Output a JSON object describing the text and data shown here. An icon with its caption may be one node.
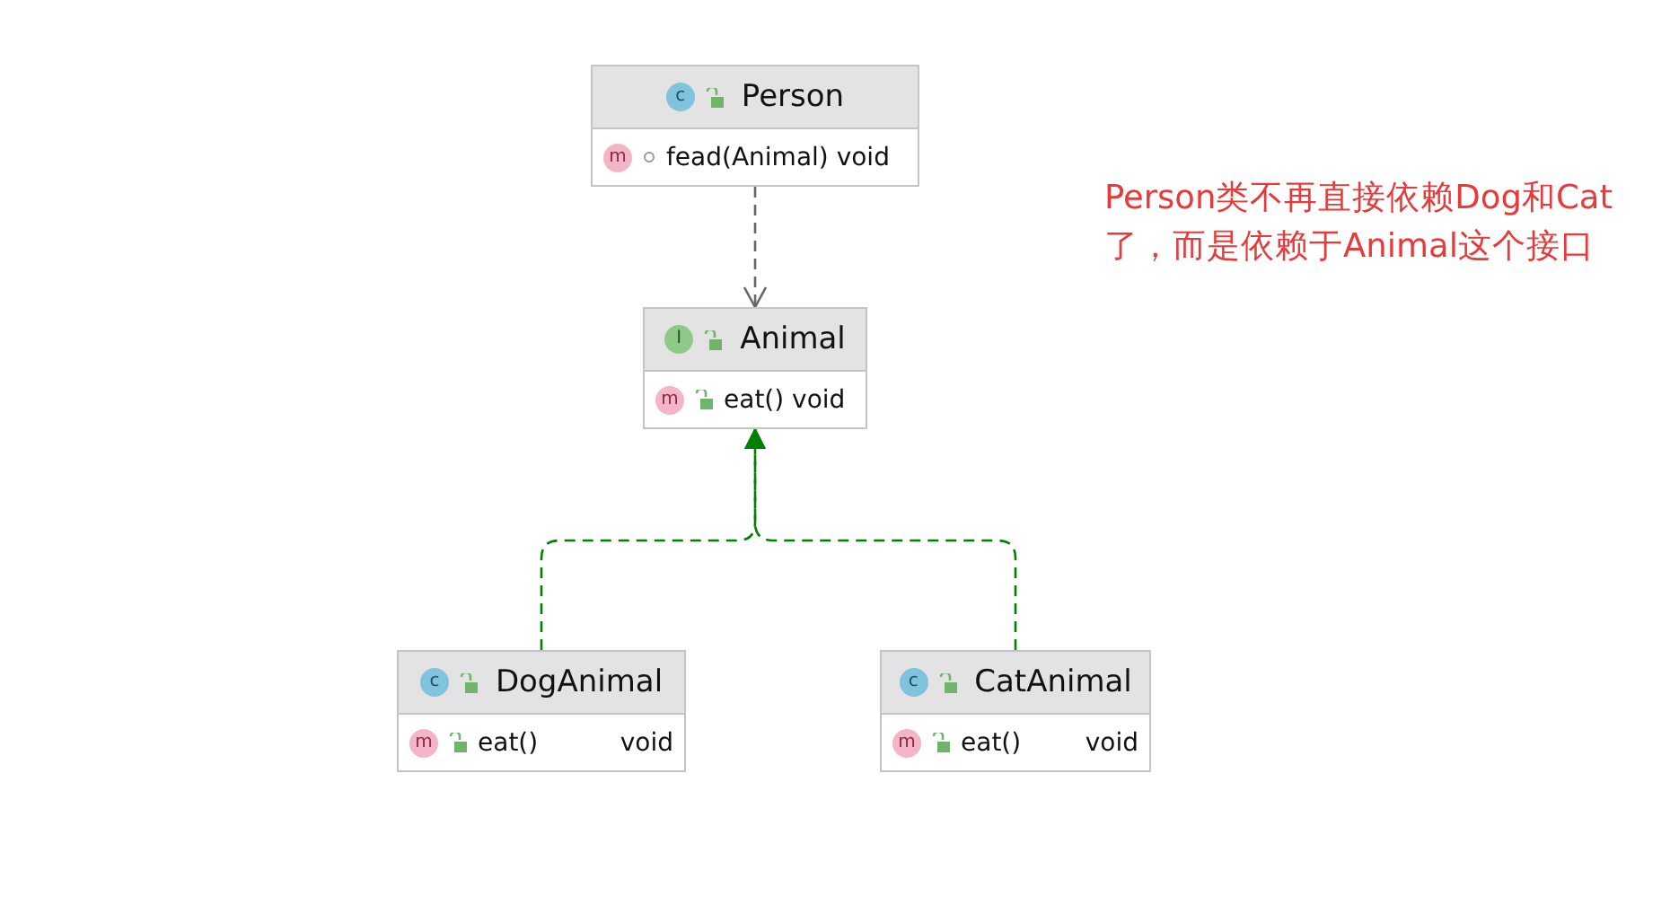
{
  "diagram": {
    "nodes": [
      {
        "text": [
          "Person",
          "fead(Animal) void"
        ]
      },
      {
        "text": [
          "Animal",
          "eat() void"
        ]
      },
      {
        "text": [
          "DogAnimal",
          "eat()",
          "void"
        ]
      },
      {
        "text": [
          "CatAnimal",
          "eat()",
          "void"
        ]
      }
    ],
    "edges": [
      {
        "from": 0,
        "to": 1,
        "arrow": "to",
        "style": "dashed",
        "color": "#666666"
      },
      {
        "from": 2,
        "to": 1,
        "arrow": "to",
        "style": "dashed"
      },
      {
        "from": 3,
        "to": 1,
        "arrow": "to",
        "style": "dashed"
      }
    ],
    "labels": [
      "c",
      "m",
      "Person类不再直接依赖Dog和Cat了，而是依赖于Animal这个接口",
      "I",
      "m",
      "c",
      "c",
      "m",
      "m"
    ]
  }
}
